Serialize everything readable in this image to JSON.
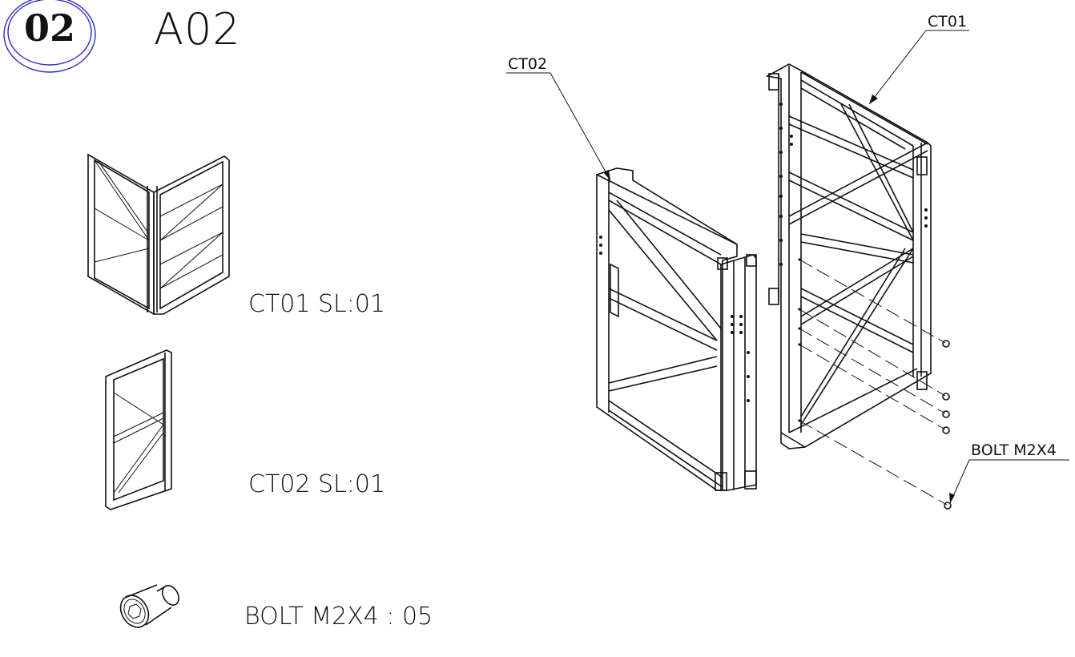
{
  "step": {
    "number": "02",
    "assembly_id": "A02"
  },
  "parts_list": [
    {
      "label": "CT01 SL:01"
    },
    {
      "label": "CT02 SL:01"
    },
    {
      "label": "BOLT M2X4 : 05"
    }
  ],
  "callouts": {
    "ct01": "CT01",
    "ct02": "CT02",
    "bolt": "BOLT M2X4"
  },
  "colors": {
    "badge_ring": "#2b2bc8",
    "line": "#111111",
    "background": "#ffffff"
  }
}
